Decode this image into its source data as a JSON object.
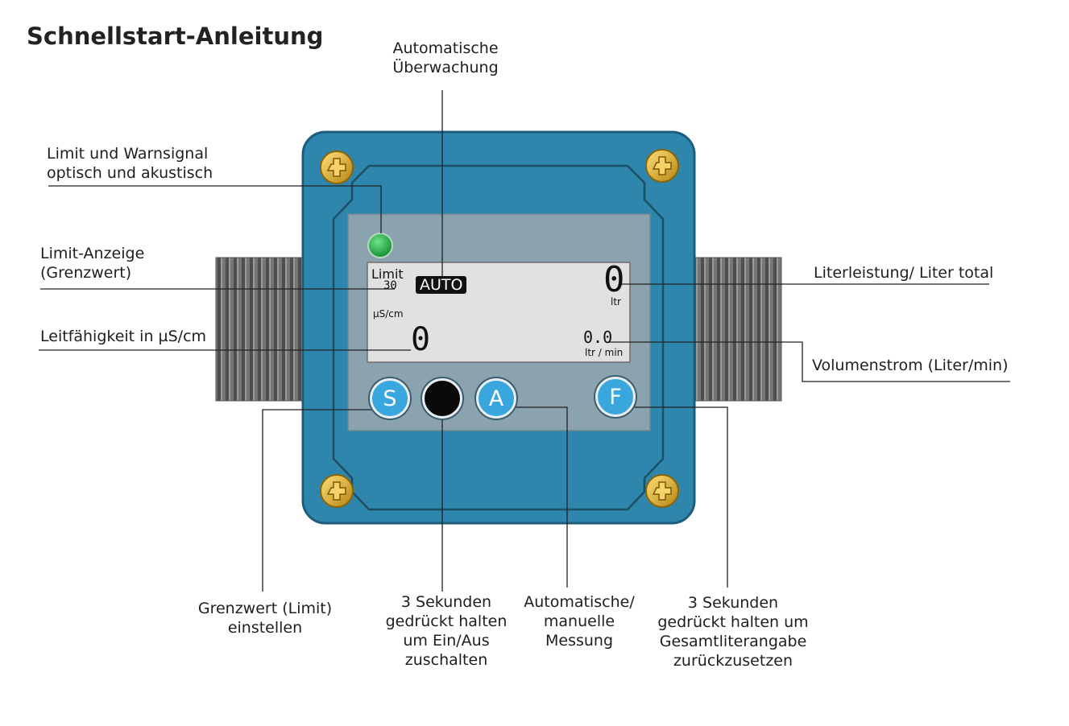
{
  "title": "Schnellstart-Anleitung",
  "colors": {
    "housing": "#2e86ad",
    "housing_dark": "#1f5f80",
    "thread": "#6a6a6a",
    "screen_window": "#8aa3ae",
    "lcd": "#e1e1e1",
    "led": "#19a23c",
    "button_blue": "#3aa6de",
    "button_power": "#0a0a0a",
    "screw": "#e4b12a"
  },
  "icons": {
    "led": "green-led-icon",
    "power": "power-icon",
    "screws": "screw-icon"
  },
  "display": {
    "limit_label": "Limit",
    "limit_value": "30",
    "mode_badge": "AUTO",
    "conductivity_unit": "µS/cm",
    "conductivity_value": "0",
    "liters_value": "0",
    "liters_unit": "ltr",
    "flow_value": "0.0",
    "flow_unit": "ltr / min"
  },
  "buttons": {
    "s": "S",
    "a": "A",
    "f": "F"
  },
  "callouts": {
    "auto_monitoring": [
      "Automatische",
      "Überwachung"
    ],
    "limit_warning": [
      "Limit und Warnsignal",
      "optisch und akustisch"
    ],
    "limit_display": [
      "Limit-Anzeige",
      "(Grenzwert)"
    ],
    "conductivity": "Leitfähigkeit in µS/cm",
    "liter_total": "Literleistung/ Liter total",
    "flow_rate": "Volumenstrom (Liter/min)",
    "set_limit": [
      "Grenzwert (Limit)",
      "einstellen"
    ],
    "power_toggle": [
      "3 Sekunden",
      "gedrückt halten",
      "um Ein/Aus",
      "zuschalten"
    ],
    "auto_manual": [
      "Automatische/",
      "manuelle",
      "Messung"
    ],
    "reset_total": [
      "3 Sekunden",
      "gedrückt halten um",
      "Gesamtliterangabe",
      "zurückzusetzen"
    ]
  }
}
